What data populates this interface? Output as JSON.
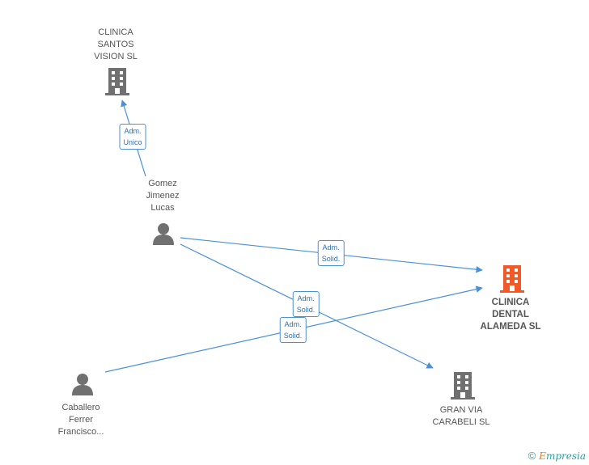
{
  "nodes": {
    "santos": {
      "lines": [
        "CLINICA",
        "SANTOS",
        "VISION SL"
      ],
      "kind": "company"
    },
    "gomez": {
      "lines": [
        "Gomez",
        "Jimenez",
        "Lucas"
      ],
      "kind": "person"
    },
    "alameda": {
      "lines": [
        "CLINICA",
        "DENTAL",
        "ALAMEDA SL"
      ],
      "kind": "company-main"
    },
    "caballero": {
      "lines": [
        "Caballero",
        "Ferrer",
        "Francisco..."
      ],
      "kind": "person"
    },
    "granvia": {
      "lines": [
        "GRAN VIA",
        "CARABELI SL"
      ],
      "kind": "company"
    }
  },
  "edges": [
    {
      "from": "gomez",
      "to": "santos",
      "label": [
        "Adm.",
        "Unico"
      ]
    },
    {
      "from": "gomez",
      "to": "alameda",
      "label": [
        "Adm.",
        "Solid."
      ]
    },
    {
      "from": "gomez",
      "to": "granvia",
      "label": [
        "Adm.",
        "Solid."
      ]
    },
    {
      "from": "caballero",
      "to": "alameda",
      "label": [
        "Adm.",
        "Solid."
      ]
    }
  ],
  "colors": {
    "edge": "#4a90d9",
    "company_icon": "#707070",
    "main_company_icon": "#f05a28",
    "person_icon": "#707070"
  },
  "footer": {
    "copyright": "©",
    "brand_first": "E",
    "brand_rest": "mpresia"
  }
}
